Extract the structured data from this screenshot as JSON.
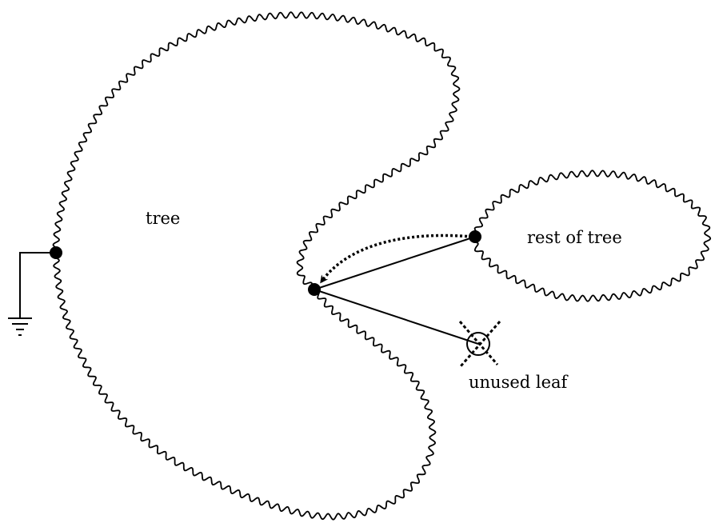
{
  "labels": {
    "tree": "tree",
    "rest_of_tree": "rest of tree",
    "unused_leaf": "unused leaf"
  },
  "colors": {
    "stroke": "#000000",
    "background": "#ffffff"
  },
  "icons": {
    "ground": "ground-symbol-icon",
    "crossed_leaf": "crossed-circle-icon"
  }
}
